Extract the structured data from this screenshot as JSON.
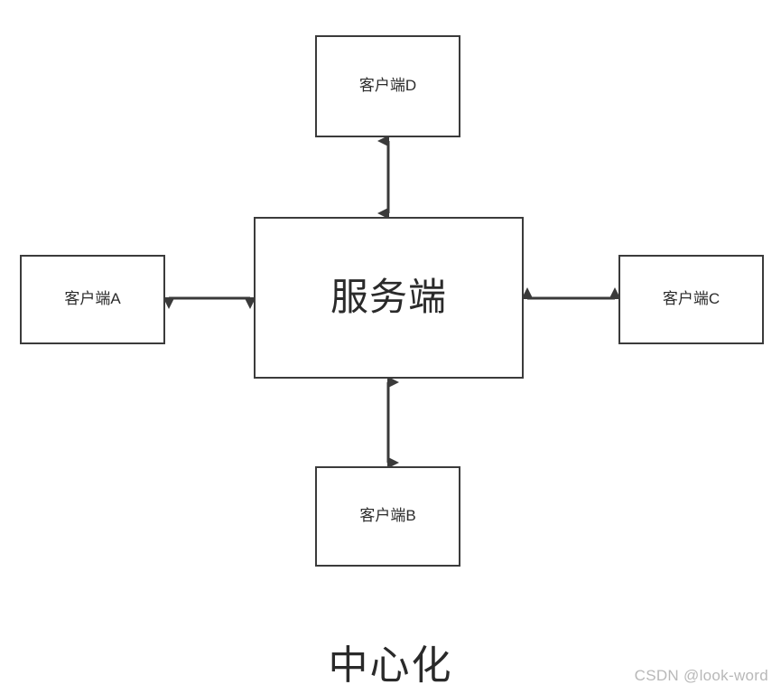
{
  "diagram": {
    "caption": "中心化",
    "colors": {
      "background": "#ffffff",
      "node_border": "#3b3b3b",
      "node_fill": "#ffffff",
      "text": "#2a2a2a",
      "arrow": "#3a3a3a",
      "watermark": "#b8b8b8"
    },
    "center_node": {
      "label": "服务端",
      "name": "server"
    },
    "client_nodes": [
      {
        "label": "客户端D",
        "name": "client-d",
        "position": "top"
      },
      {
        "label": "客户端A",
        "name": "client-a",
        "position": "left"
      },
      {
        "label": "客户端C",
        "name": "client-c",
        "position": "right"
      },
      {
        "label": "客户端B",
        "name": "client-b",
        "position": "bottom"
      }
    ],
    "connections": [
      {
        "from": "server",
        "to": "client-d",
        "type": "bidirectional"
      },
      {
        "from": "server",
        "to": "client-a",
        "type": "bidirectional"
      },
      {
        "from": "server",
        "to": "client-c",
        "type": "bidirectional"
      },
      {
        "from": "server",
        "to": "client-b",
        "type": "bidirectional"
      }
    ]
  },
  "watermark": {
    "text": "CSDN @look-word"
  }
}
